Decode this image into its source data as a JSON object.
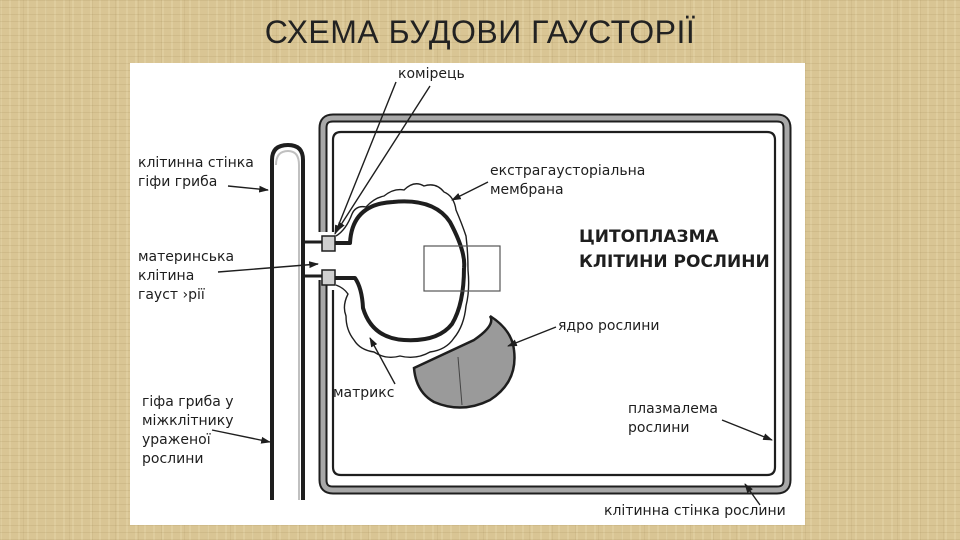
{
  "slide": {
    "title": "СХЕМА БУДОВИ ГАУСТОРІЇ"
  },
  "labels": {
    "collar": "комірець",
    "hypha_wall_1": "клітинна стінка",
    "hypha_wall_2": "гіфи гриба",
    "extra_membrane_1": "екстрагаусторіальна",
    "extra_membrane_2": "мембрана",
    "cytoplasm_1": "ЦИТОПЛАЗМА",
    "cytoplasm_2": "КЛІТИНИ РОСЛИНИ",
    "mother_cell_1": "материнська",
    "mother_cell_2": "клітина",
    "mother_cell_3": "гауст ›рії",
    "nucleus": "ядро рослини",
    "matrix": "матрикс",
    "hypha_intercellular_1": "гіфа гриба у",
    "hypha_intercellular_2": "міжклітнику",
    "hypha_intercellular_3": "ураженої",
    "hypha_intercellular_4": "рослини",
    "plasmalemma_1": "плазмалема",
    "plasmalemma_2": "рослини",
    "plant_wall": "клітинна стінка рослини"
  },
  "colors": {
    "background": "#d9c594",
    "panel": "#ffffff",
    "ink": "#1e1e1e",
    "wall_fill": "#a8a8a8",
    "nucleus_fill": "#9a9a9a"
  }
}
